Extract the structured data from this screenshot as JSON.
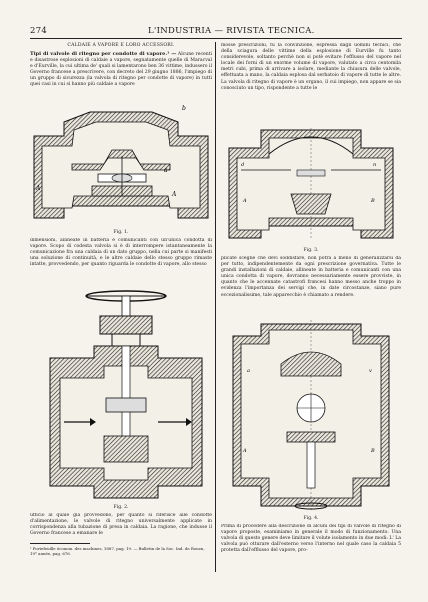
{
  "header": {
    "page_number": "274",
    "journal_title": "L'INDUSTRIA — RIVISTA TECNICA."
  },
  "left_column": {
    "section_title": "CALDAIE A VAPORE E LORO ACCESSORI.",
    "article_title": "Tipi di valvole di ritegno per condotte di vapore.¹ —",
    "intro_paragraph": "Alcune recenti e disastrose esplosioni di caldaie a vapore, segnatamente quelle di Maracval e d'Eurville, la cui ultima de' quali si lamentarono ben 36 vittime, indussero il Governo francese a prescrivere, con decreto del 29 giugno 1886, l'impiego di un gruppo di sicurezza (la valvola di ritegno per condotte di vapore) in tutti quei casi in cui si hanno più caldaie a vapore",
    "paragraph_after_fig1": "dimensioni, allineate in batteria e comunicanti con un'unica condotta di vapore. Scopo di codesta valvola si è di interrompere istantaneamente la comunicazione fra una caldaia di un dato gruppo, nella cui parte si manifesti una soluzione di continuità, e le altre caldaie dello stesso gruppo rimaste intatte, provvedendo, per quanto riguarda le condotte di vapore, allo stesso",
    "paragraph_bottom": "ufficio al quale già provvedono, per quanto si riferisce alle condotte d'alimentazione, le valvole di ritegno universalmente applicate in corrispondenza alla tubazione di presa in caldaia. La ragione, che indusse il Governo francese a emanare le",
    "figure1_caption": "Fig. 1.",
    "figure2_caption": "Fig. 2."
  },
  "right_column": {
    "paragraph_top": "mosse prescrizioni, fu la convinzione, espressa dagli uomini tecnici, che della sciagura delle vittime della esplosione di Eurville fu tanto considerevole, soltanto perchè non si potè evitare l'efflusso del vapore nel locale dei forni di un enorme volume di vapore, valutato a circa centomila metri cubi, prima di arrivare a isolare, mediante la chiusura delle valvole, effettuata a mano, la caldaia esplosa dal serbatoio di vapore di tutte le altre. La valvola di ritegno di vapore è un organo, il cui impiego, non appare se sia conosciuto un tipo, rispondente a tutte le",
    "paragraph_middle": "plicate sceglie che devi soddisfare, non potrà a meno di generalizzarsi da per tutto, indipendentemente da ogni prescrizione governativa. Tutte le grandi installazioni di caldaie, allineate in batteria e comunicanti con una unica condotta di vapore, dovranno necessariamente essere provviste, in quanto che le accennate catastrofi francesi hanno messo anche troppo in evidenza l'importanza dei servigi che, in date circostanze, siano pure eccezionalissime, tale apparecchio è chiamato a rendere.",
    "paragraph_bottom": "Prima di procedere alla descrizione di alcuni dei tipi di valvole di ritegno di vapore proposte, esaminiamo in generale il modo di funzionamento. Una valvola di questo genere deve limitare il volute isolamento in due modi: L' La valvola può otturare dall'esterno verso l'interno nel quale caso la caldaia 5 protetta dall'efflusso del vapore, pro-",
    "figure3_caption": "Fig. 3.",
    "figure4_caption": "Fig. 4."
  },
  "footnote": {
    "text": "¹ Portefeuille économ. des machines, 1887, pag. 19. — Bulletin de la Soc. Ind. de Rouen, 19° année, pag. 676."
  }
}
